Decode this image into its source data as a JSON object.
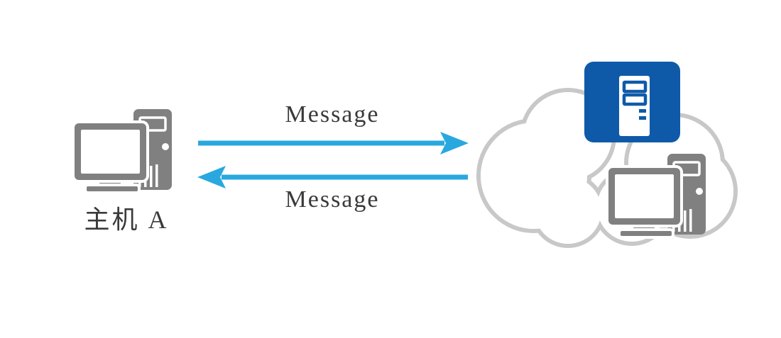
{
  "diagram": {
    "title": "host-to-network message exchange",
    "host": {
      "label": "主机 A",
      "icon": "desktop-computer-icon"
    },
    "messages": {
      "top_label": "Message",
      "top_direction": "right",
      "bottom_label": "Message",
      "bottom_direction": "left"
    },
    "network": {
      "cloud_icon": "cloud-icon",
      "server_icon": "server-icon",
      "remote_computer_icon": "desktop-computer-icon"
    },
    "colors": {
      "arrow": "#29A8DF",
      "icon_gray": "#808080",
      "cloud_stroke": "#C8C8C8",
      "server_blue": "#0E5AA9",
      "text": "#3A3A3A"
    }
  }
}
